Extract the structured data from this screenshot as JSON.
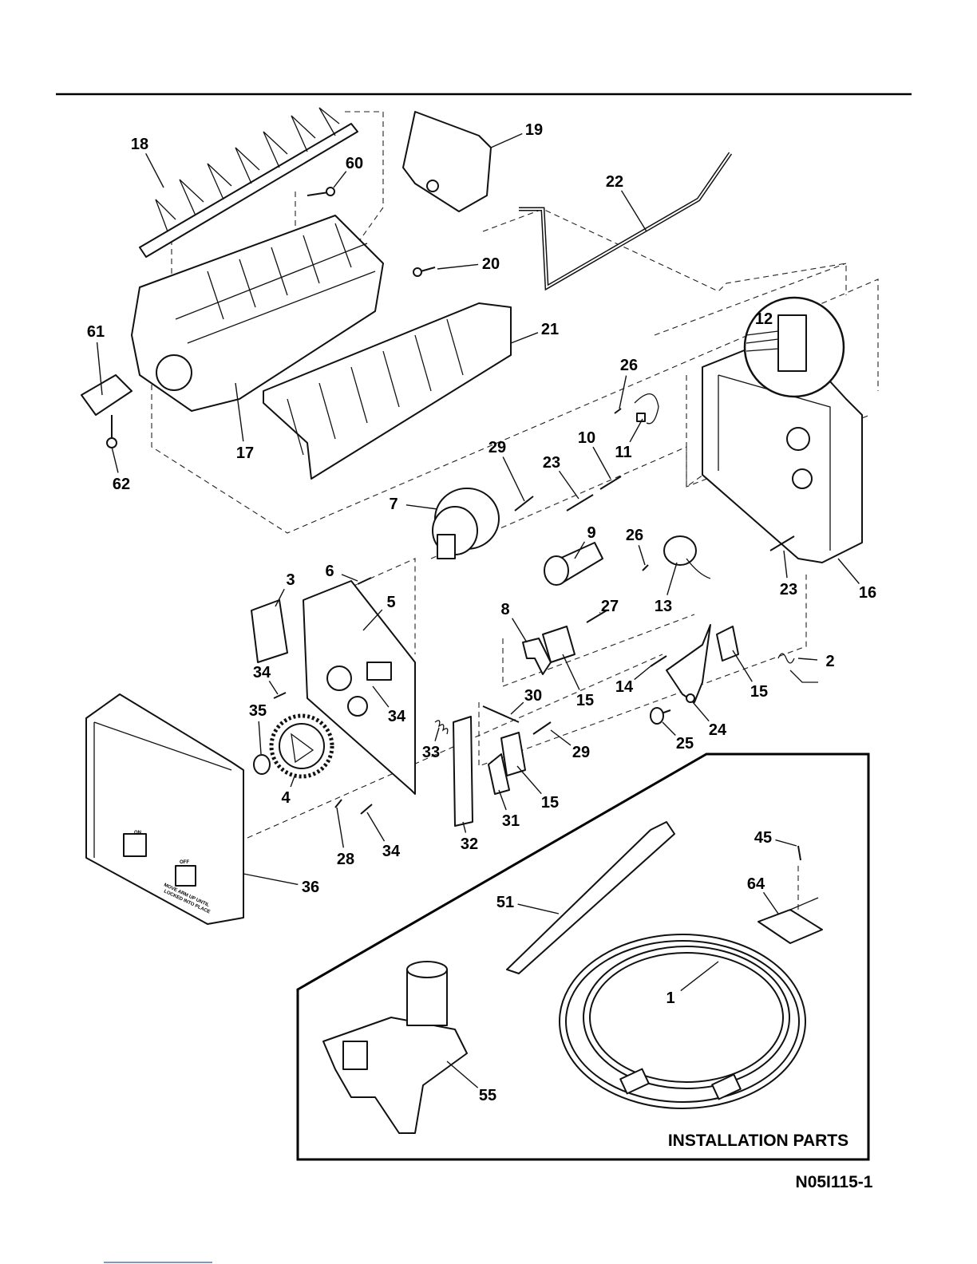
{
  "diagram": {
    "callouts": [
      "18",
      "60",
      "19",
      "22",
      "20",
      "61",
      "21",
      "12",
      "26",
      "17",
      "62",
      "29",
      "23",
      "10",
      "11",
      "7",
      "9",
      "26",
      "3",
      "6",
      "5",
      "8",
      "27",
      "13",
      "23",
      "16",
      "34",
      "2",
      "14",
      "15",
      "15",
      "30",
      "35",
      "34",
      "33",
      "29",
      "25",
      "24",
      "4",
      "15",
      "31",
      "32",
      "28",
      "34",
      "45",
      "64",
      "36",
      "51",
      "1",
      "55"
    ],
    "installation_box_title": "INSTALLATION PARTS",
    "drawing_code": "N05I115-1",
    "cover_labels": {
      "on": "ON",
      "off": "OFF",
      "instruction_1": "MOVE ARM UP UNTIL",
      "instruction_2": "LOCKED INTO PLACE"
    }
  }
}
